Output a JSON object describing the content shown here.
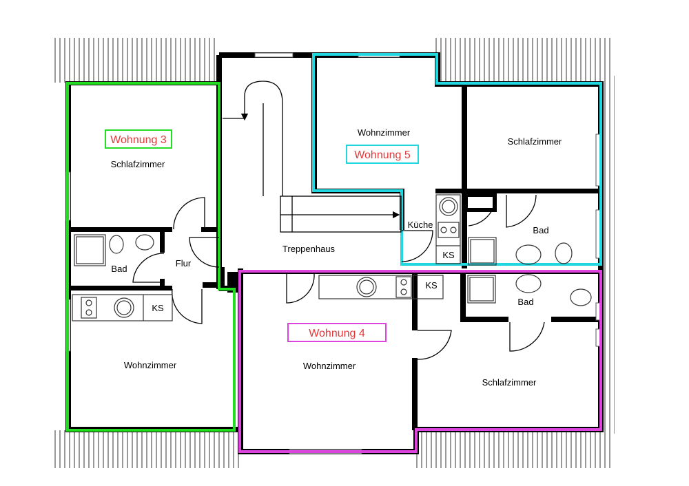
{
  "colors": {
    "wall": "#000000",
    "roof_hatch": "#555555",
    "wohnung3": "#22dd22",
    "wohnung4": "#dd44dd",
    "wohnung5": "#22d8e0",
    "unit_text": "#e03a3a",
    "fixture": "#333333",
    "window": "#ffffff"
  },
  "units": {
    "w3": "Wohnung 3",
    "w4": "Wohnung 4",
    "w5": "Wohnung 5"
  },
  "rooms": {
    "w3_schlaf": "Schlafzimmer",
    "w3_bad": "Bad",
    "w3_flur": "Flur",
    "w3_ks": "KS",
    "w3_wohn": "Wohnzimmer",
    "treppenhaus": "Treppenhaus",
    "w5_wohn": "Wohnzimmer",
    "w5_schlaf": "Schlafzimmer",
    "w5_kueche": "Küche",
    "w5_bad": "Bad",
    "w5_ks": "KS",
    "w4_wohn": "Wohnzimmer",
    "w4_ks": "KS",
    "w4_bad": "Bad",
    "w4_schlaf": "Schlafzimmer"
  },
  "icons": [
    "roof-hatch",
    "stair-arrow",
    "door-swing",
    "toilet",
    "sink",
    "shower-tray",
    "stove",
    "window"
  ]
}
